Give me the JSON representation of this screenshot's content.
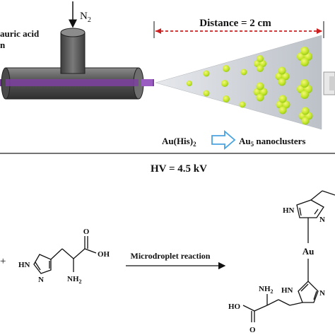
{
  "figure": {
    "top": {
      "gas_label": "N",
      "gas_sub": "2",
      "solution_label_line1": "auric acid",
      "solution_label_line2": "n",
      "distance_label": "Distance = 2 cm",
      "reactant": "Au(His)",
      "reactant_sub": "2",
      "product_prefix": "Au",
      "product_sub": "5",
      "product_suffix": " nanoclusters",
      "voltage_label": "HV = 4.5 kV"
    },
    "bottom": {
      "plus_sign": "+",
      "arrow_label": "Microdroplet reaction",
      "histidine": {
        "o": "O",
        "oh": "OH",
        "nh2_main": "NH",
        "nh2_sub": "2",
        "ring_hn": "HN",
        "ring_n": "N"
      },
      "complex": {
        "top_ring_hn": "HN",
        "top_ring_n": "N",
        "metal": "Au",
        "bottom_ring_hn": "HN",
        "bottom_ring_n": "N",
        "nh2_main": "NH",
        "nh2_sub": "2",
        "o": "O",
        "ho": "HO"
      }
    }
  },
  "colors": {
    "capillary": "#5a5a5a",
    "capillary_dark": "#3a3a3a",
    "fiber": "#7b3fa0",
    "plume": "#c8ccd2",
    "dimension": "#cc1f1f",
    "droplet_green": "#b5e61d",
    "droplet_yellow": "#e8ea3a",
    "arrow_blue": "#4aa3df"
  }
}
